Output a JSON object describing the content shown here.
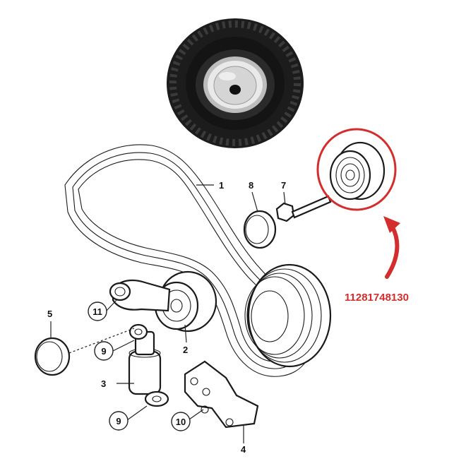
{
  "callouts": {
    "c1": "1",
    "c2": "2",
    "c3": "3",
    "c4": "4",
    "c5": "5",
    "c7": "7",
    "c8": "8",
    "c9a": "9",
    "c9b": "9",
    "c10": "10",
    "c11": "11"
  },
  "part_number": "11281748130",
  "colors": {
    "highlight": "#d32d2d",
    "pulley_photo": "#1c1c1c",
    "line_art": "#1a1a1a"
  },
  "icons": {
    "highlight_ring": "red-circle-icon",
    "pointer": "curved-arrow-icon"
  }
}
